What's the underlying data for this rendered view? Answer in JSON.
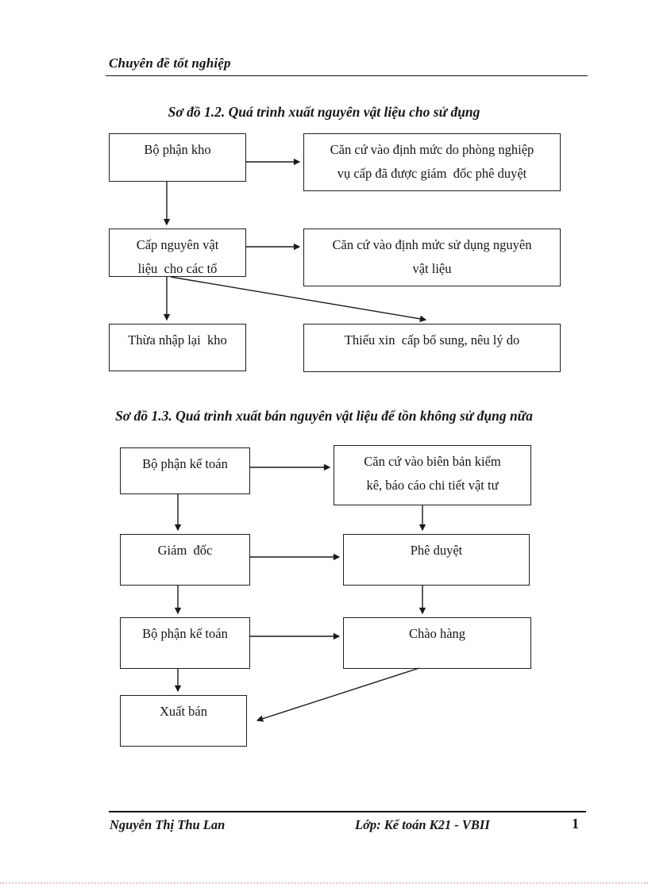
{
  "header": {
    "title": "Chuyên  đề tốt nghiệp"
  },
  "diagram1": {
    "title": "Sơ đồ 1.2. Quá trình xuất nguyên vật liệu cho sử đụng",
    "nodes": {
      "bo_phan_kho": "Bộ phận kho",
      "can_cu_dinh_muc_phong": "Căn cứ vào định mức do phòng nghiệp\nvụ cấp đã được giám  đốc phê duyệt",
      "cap_nguyen_vat_lieu": "Cấp nguyên vật\nliệu  cho các tổ",
      "can_cu_dinh_muc_su_dung": "Căn cứ vào định mức sử dụng nguyên\nvật liệu",
      "thua_nhap_lai_kho": "Thừa nhập lại  kho",
      "thieu_xin_cap_bo_sung": "Thiếu xin  cấp bổ sung, nêu lý do"
    }
  },
  "diagram2": {
    "title": "Sơ đồ 1.3. Quá trình xuất bán nguyên vật liệu để tồn không sử đụng nữa",
    "nodes": {
      "bo_phan_ke_toan_1": "Bộ phận kế toán",
      "can_cu_bien_ban": "Căn cứ vào biên bản kiểm\nkê, báo cáo chi tiết vật tư",
      "giam_doc": "Giám  đốc",
      "phe_duyet": "Phê duyệt",
      "bo_phan_ke_toan_2": "Bộ phận kế toán",
      "chao_hang": "Chào hàng",
      "xuat_ban": "Xuất bán"
    }
  },
  "footer": {
    "author": "Nguyễn Thị Thu Lan",
    "class_info": "Lớp: Kế toán K21 - VBII",
    "page_number": "1"
  },
  "colors": {
    "ink": "#1a1a1a",
    "border": "#1f1f1f",
    "footer_rule": "#101010",
    "bottom_dots": "#ecc3d5"
  }
}
